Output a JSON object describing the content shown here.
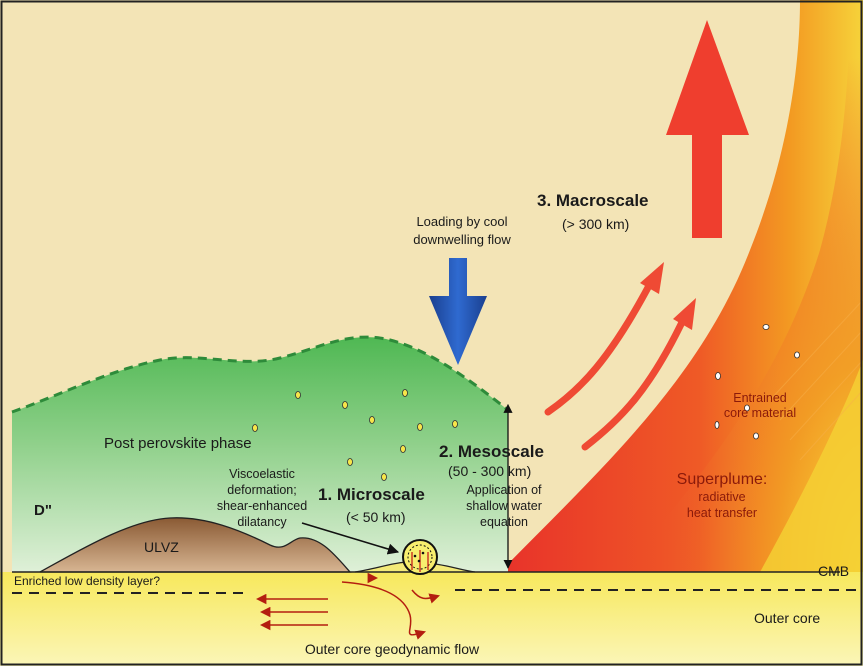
{
  "labels": {
    "macroscale_title": "3. Macroscale",
    "macroscale_range": "(> 300 km)",
    "loading_line1": "Loading by cool",
    "loading_line2": "downwelling flow",
    "mesoscale_title": "2. Mesoscale",
    "mesoscale_range": "(50 - 300 km)",
    "application_line1": "Application of",
    "application_line2": "shallow water",
    "application_line3": "equation",
    "microscale_title": "1. Microscale",
    "microscale_range": "(< 50 km)",
    "post_perovskite": "Post perovskite phase",
    "viscoelastic_line1": "Viscoelastic",
    "viscoelastic_line2": "deformation;",
    "viscoelastic_line3": "shear-enhanced",
    "viscoelastic_line4": "dilatancy",
    "d_double_prime": "D\"",
    "ulvz": "ULVZ",
    "enriched_layer": "Enriched low density layer?",
    "entrained_line1": "Entrained",
    "entrained_line2": "core material",
    "superplume_title": "Superplume:",
    "superplume_line1": "radiative",
    "superplume_line2": "heat transfer",
    "cmb": "CMB",
    "outer_core": "Outer core",
    "outer_core_flow": "Outer core geodynamic flow"
  },
  "colors": {
    "mantle_bg": "#f3e4b6",
    "post_perovskite_green": "#5cbf5a",
    "outer_core_yellow": "#f7ee6e",
    "plume_red": "#ea3a2a",
    "plume_orange": "#f28a22",
    "downwelling_blue": "#2150a8",
    "ulvz_brown": "#a0714a",
    "flow_arrow_red": "#b41e10"
  }
}
